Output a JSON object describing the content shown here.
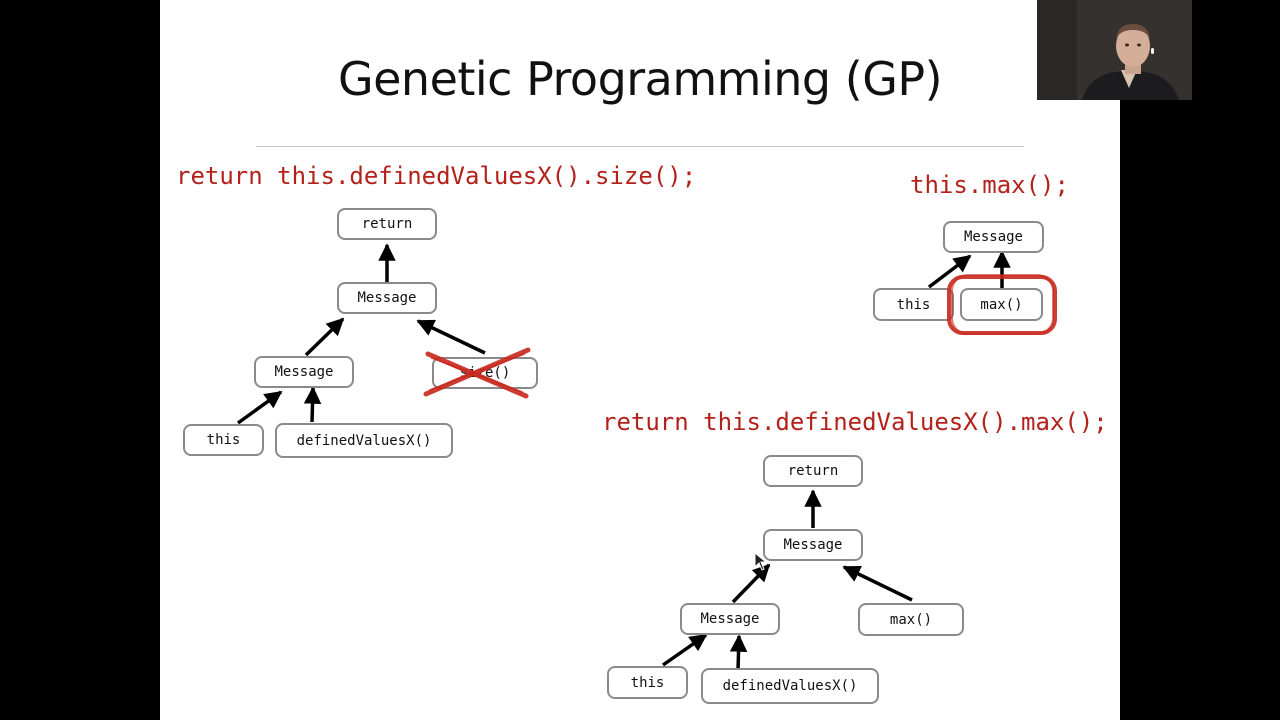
{
  "slide": {
    "title": "Genetic Programming (GP)"
  },
  "left_tree": {
    "code": "return this.definedValuesX().size();",
    "nodes": {
      "return": "return",
      "message_top": "Message",
      "message_inner": "Message",
      "size": "size()",
      "this": "this",
      "defined_values": "definedValuesX()"
    }
  },
  "donor_tree": {
    "code": "this.max();",
    "nodes": {
      "message": "Message",
      "this": "this",
      "max": "max()"
    }
  },
  "result_tree": {
    "code": "return this.definedValuesX().max();",
    "nodes": {
      "return": "return",
      "message_top": "Message",
      "message_inner": "Message",
      "max": "max()",
      "this": "this",
      "defined_values": "definedValuesX()"
    }
  },
  "colors": {
    "code_red": "#b3211a",
    "cross_red": "#c8281e",
    "node_border": "#8a8a8a",
    "edge": "#000000"
  },
  "webcam": {
    "icon": "presenter-video-thumbnail"
  }
}
